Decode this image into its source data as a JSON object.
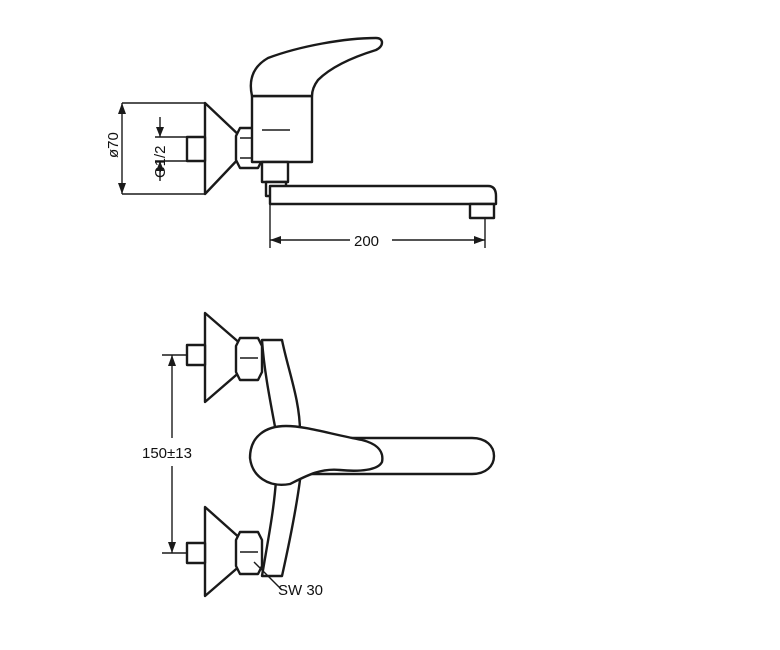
{
  "side_view": {
    "diameter_label": "ø70",
    "thread_label": "G1/2",
    "spout_length_label": "200"
  },
  "top_view": {
    "center_distance_label": "150±13",
    "wrench_size_label": "SW 30"
  }
}
